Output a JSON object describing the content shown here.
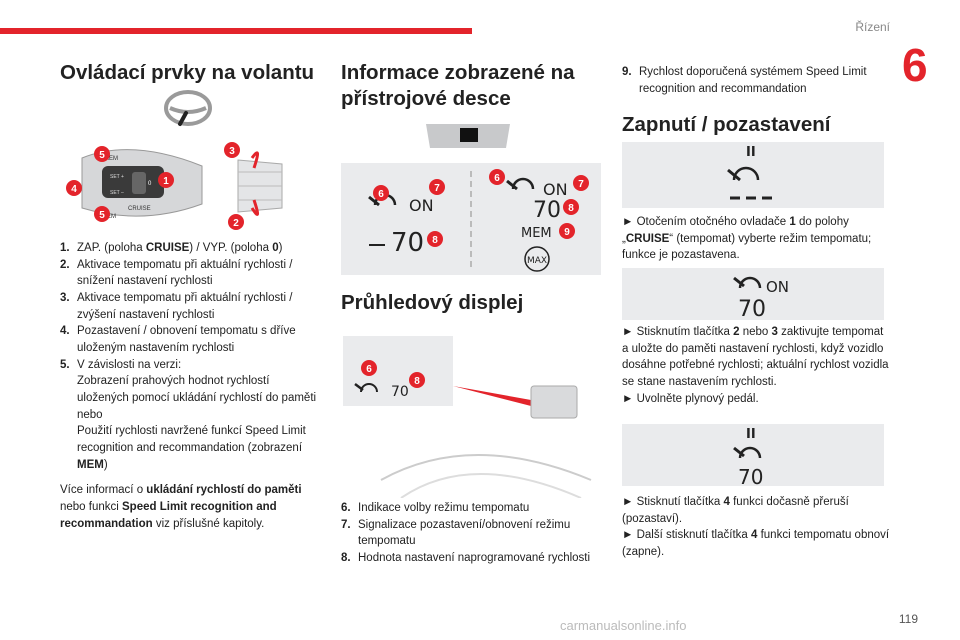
{
  "header": {
    "section": "Řízení",
    "chapter": "6",
    "page_number": "119"
  },
  "watermark": "carmanualsonline.info",
  "col1": {
    "title": "Ovládací prvky na volantu",
    "items": [
      {
        "n": "1.",
        "parts": [
          "ZAP. (poloha ",
          "CRUISE",
          ") / VYP. (poloha ",
          "0",
          ")"
        ]
      },
      {
        "n": "2.",
        "text": "Aktivace tempomatu při aktuální rychlosti / snížení nastavení rychlosti"
      },
      {
        "n": "3.",
        "text": "Aktivace tempomatu při aktuální rychlosti / zvýšení nastavení rychlosti"
      },
      {
        "n": "4.",
        "text": "Pozastavení / obnovení tempomatu s dříve uloženým nastavením rychlosti"
      },
      {
        "n": "5.",
        "text1": "V závislosti na verzi:",
        "text2": "Zobrazení prahových hodnot rychlostí uložených pomocí ukládání rychlostí do paměti",
        "text3": "nebo",
        "text4": "Použití rychlosti navržené funkcí Speed Limit recognition and recommandation (zobrazení ",
        "bold": "MEM",
        "end": ")"
      }
    ],
    "more_info": {
      "t1": "Více informací o ",
      "b1": "ukládání rychlostí do paměti",
      "t2": " nebo funkci ",
      "b2": "Speed Limit recognition and recommandation",
      "t3": " viz příslušné kapitoly."
    },
    "diagram_labels": {
      "mem": "MEM",
      "set_plus": "SET +",
      "set_minus": "SET –",
      "cruise": "CRUISE",
      "zero": "0"
    }
  },
  "col2": {
    "title": "Informace zobrazené na přístrojové desce",
    "subtitle": "Průhledový displej",
    "panel_on": "ON",
    "panel_speed": "70",
    "panel_mem": "MEM",
    "panel_max": "MAX",
    "hud_speed": "70",
    "items": [
      {
        "n": "6.",
        "text": "Indikace volby režimu tempomatu"
      },
      {
        "n": "7.",
        "text": "Signalizace pozastavení/obnovení režimu tempomatu"
      },
      {
        "n": "8.",
        "text": "Hodnota nastavení naprogramované rychlosti"
      }
    ]
  },
  "col3": {
    "item9": {
      "n": "9.",
      "text": "Rychlost doporučená systémem Speed Limit recognition and recommandation"
    },
    "title": "Zapnutí / pozastavení",
    "p1": {
      "a": "► Otočením otočného ovladače ",
      "b": "1",
      "c": " do polohy „",
      "d": "CRUISE",
      "e": "“ (tempomat) vyberte režim tempomatu; funkce je pozastavena."
    },
    "p2": {
      "a": "► Stisknutím tlačítka ",
      "b": "2",
      "c": " nebo ",
      "d": "3",
      "e": " zaktivujte tempomat a uložte do paměti nastavení rychlosti, když vozidlo dosáhne potřebné rychlosti; aktuální rychlost vozidla se stane nastavením rychlosti."
    },
    "p3": "► Uvolněte plynový pedál.",
    "p4": {
      "a": "► Stisknutí tlačítka ",
      "b": "4",
      "c": " funkci dočasně přeruší (pozastaví)."
    },
    "p5": {
      "a": "► Další stisknutí tlačítka ",
      "b": "4",
      "c": " funkci tempomatu obnoví (zapne)."
    },
    "img_on": "ON",
    "img_speed": "70",
    "pause": "II"
  },
  "badges": {
    "b1": "1",
    "b2": "2",
    "b3": "3",
    "b4": "4",
    "b5": "5",
    "b6": "6",
    "b7": "7",
    "b8": "8",
    "b9": "9"
  },
  "colors": {
    "accent": "#e3242b",
    "panel_bg": "#eaebed"
  }
}
